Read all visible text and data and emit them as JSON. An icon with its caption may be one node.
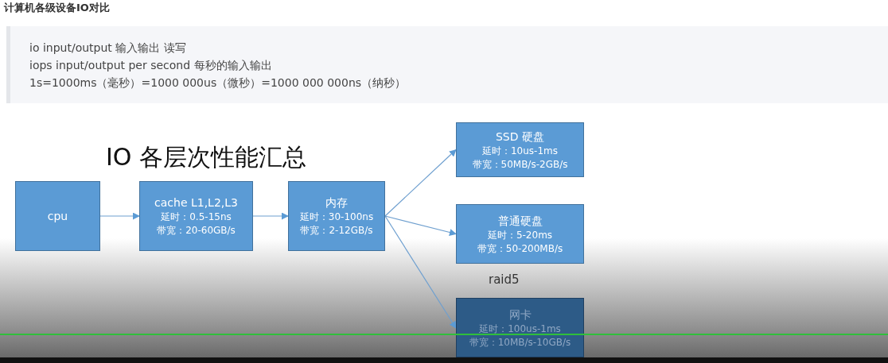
{
  "diagram": {
    "title": "计算机各级设备IO对比",
    "nodes": [
      {
        "text": [
          "cpu"
        ]
      },
      {
        "text": [
          "cache L1,L2,L3",
          "延时：0.5-15ns",
          "带宽：20-60GB/s"
        ]
      },
      {
        "text": [
          "内存",
          "延时：30-100ns",
          "带宽：2-12GB/s"
        ]
      },
      {
        "text": [
          "SSD 硬盘",
          "延时：10us-1ms",
          "带宽：50MB/s-2GB/s"
        ]
      },
      {
        "text": [
          "普通硬盘",
          "延时：5-20ms",
          "带宽：50-200MB/s"
        ]
      },
      {
        "text": [
          "网卡",
          "延时：100us-1ms",
          "带宽：10MB/s-10GB/s"
        ]
      }
    ],
    "edges": [
      {
        "from": 0,
        "to": 1,
        "arrow": "to"
      },
      {
        "from": 1,
        "to": 2,
        "arrow": "to"
      },
      {
        "from": 2,
        "to": 3,
        "arrow": "to"
      },
      {
        "from": 2,
        "to": 4,
        "arrow": "to"
      },
      {
        "from": 2,
        "to": 5,
        "arrow": "to"
      }
    ],
    "labels": [
      "io input/output 输入输出 读写",
      "iops input/output per second 每秒的输入输出",
      "1s=1000ms（毫秒）=1000 000us（微秒）=1000 000 000ns（纳秒）",
      "IO 各层次性能汇总",
      "raid5"
    ]
  }
}
